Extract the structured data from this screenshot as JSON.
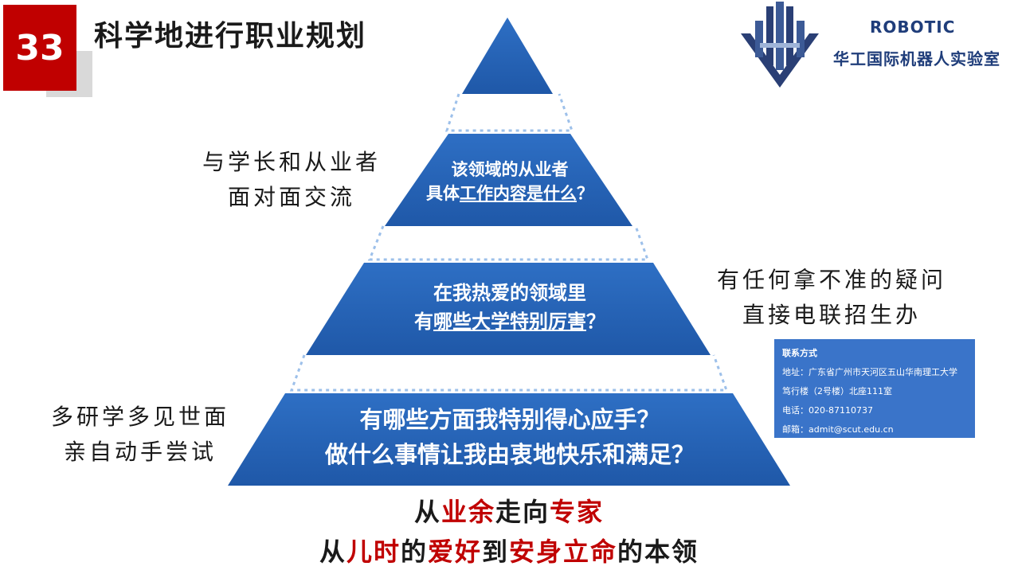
{
  "slide": {
    "number": "33",
    "title": "科学地进行职业规划"
  },
  "logo": {
    "name": "ROBOTIC",
    "subtitle": "华工国际机器人实验室"
  },
  "pyramid": {
    "tier2": {
      "line1": "该领域的从业者",
      "line2_pre": "具体",
      "line2_u": "工作内容是什么",
      "line2_post": "？"
    },
    "tier3": {
      "line1": "在我热爱的领域里",
      "line2_pre": "有",
      "line2_u": "哪些大学特别厉害",
      "line2_post": "？"
    },
    "tier4": {
      "line1": "有哪些方面我特别得心应手？",
      "line2": "做什么事情让我由衷地快乐和满足？"
    }
  },
  "side_notes": {
    "top": {
      "line1": "与学长和从业者",
      "line2": "面对面交流"
    },
    "middle": {
      "line1": "有任何拿不准的疑问",
      "line2": "直接电联招生办"
    },
    "bottom": {
      "line1": "多研学多见世面",
      "line2": "亲自动手尝试"
    }
  },
  "contact": {
    "heading": "联系方式",
    "address1": "地址：广东省广州市天河区五山华南理工大学",
    "address2": "笃行楼（2号楼）北座111室",
    "phone": "电话：020-87110737",
    "email": "邮箱：admit@scut.edu.cn"
  },
  "bottom_text": {
    "line1": [
      "从",
      "业余",
      "走向",
      "专家"
    ],
    "line2": [
      "从",
      "儿时",
      "的",
      "爱好",
      "到",
      "安身立命",
      "的本领"
    ]
  },
  "colors": {
    "accent_red": "#c00000",
    "pyramid_blue": "#2564b7",
    "contact_blue": "#3a74c9"
  }
}
